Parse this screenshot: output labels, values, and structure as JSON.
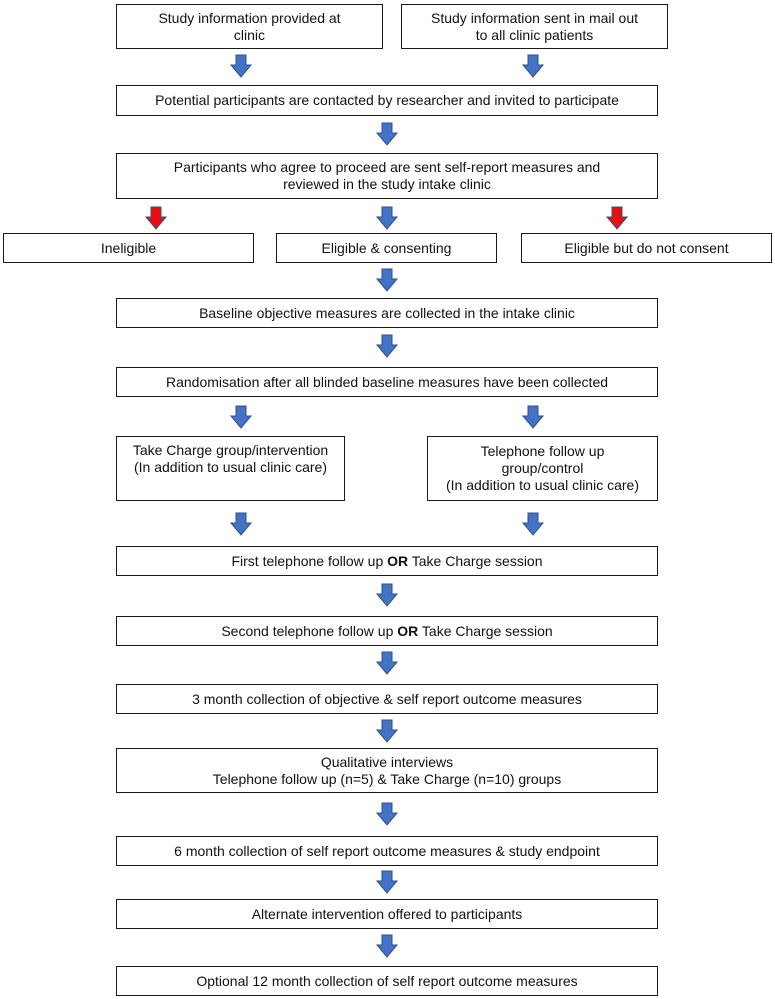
{
  "colors": {
    "arrow_blue": "#4472C4",
    "arrow_red": "#E8100F",
    "arrow_stroke": "#2F528F",
    "box_border": "#1a1a1a"
  },
  "boxes": {
    "info_clinic": "Study information provided at\nclinic",
    "info_mail": "Study information sent in mail out\nto all clinic patients",
    "contacted": "Potential participants are contacted by researcher and invited to participate",
    "agree": "Participants who agree to proceed are sent self-report measures and\nreviewed in the study intake clinic",
    "ineligible": "Ineligible",
    "eligible": "Eligible & consenting",
    "no_consent": "Eligible but do not consent",
    "baseline": "Baseline objective measures are collected in the intake clinic",
    "randomisation": "Randomisation after all blinded baseline measures have been collected",
    "take_charge_group": "Take Charge group/intervention\n(In addition to usual clinic care)",
    "telephone_group": "Telephone follow up\ngroup/control\n(In addition to usual clinic care)",
    "first_followup": {
      "pre": "First telephone follow up ",
      "bold": "OR",
      "post": " Take Charge session"
    },
    "second_followup": {
      "pre": "Second telephone follow up ",
      "bold": "OR",
      "post": " Take Charge session"
    },
    "three_month": "3 month collection of objective & self report outcome measures",
    "qualitative": "Qualitative interviews\nTelephone follow up (n=5) & Take Charge (n=10) groups",
    "six_month": "6 month collection of self report outcome measures & study endpoint",
    "alternate": "Alternate intervention offered to participants",
    "twelve_month": "Optional 12 month collection of self report outcome measures"
  }
}
